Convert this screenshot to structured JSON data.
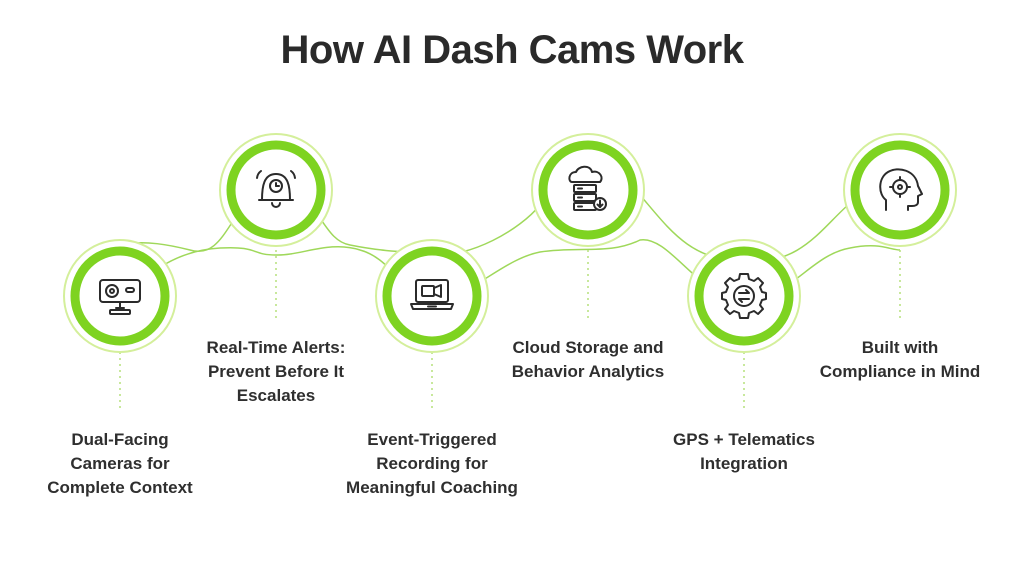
{
  "title": "How AI Dash Cams Work",
  "colors": {
    "accent": "#7ed321",
    "ring_light": "#d4ef9b",
    "text": "#2f2f2f"
  },
  "steps": [
    {
      "label_lines": [
        "Dual-Facing",
        "Cameras for",
        "Complete Context"
      ],
      "icon": "dash-camera-icon"
    },
    {
      "label_lines": [
        "Real-Time Alerts:",
        "Prevent Before It",
        "Escalates"
      ],
      "icon": "alarm-bell-icon"
    },
    {
      "label_lines": [
        "Event-Triggered",
        "Recording for",
        "Meaningful Coaching"
      ],
      "icon": "laptop-video-icon"
    },
    {
      "label_lines": [
        "Cloud Storage and",
        "Behavior Analytics"
      ],
      "icon": "cloud-server-icon"
    },
    {
      "label_lines": [
        "GPS + Telematics",
        "Integration"
      ],
      "icon": "gear-sync-icon"
    },
    {
      "label_lines": [
        "Built with",
        "Compliance in Mind"
      ],
      "icon": "head-gear-icon"
    }
  ]
}
